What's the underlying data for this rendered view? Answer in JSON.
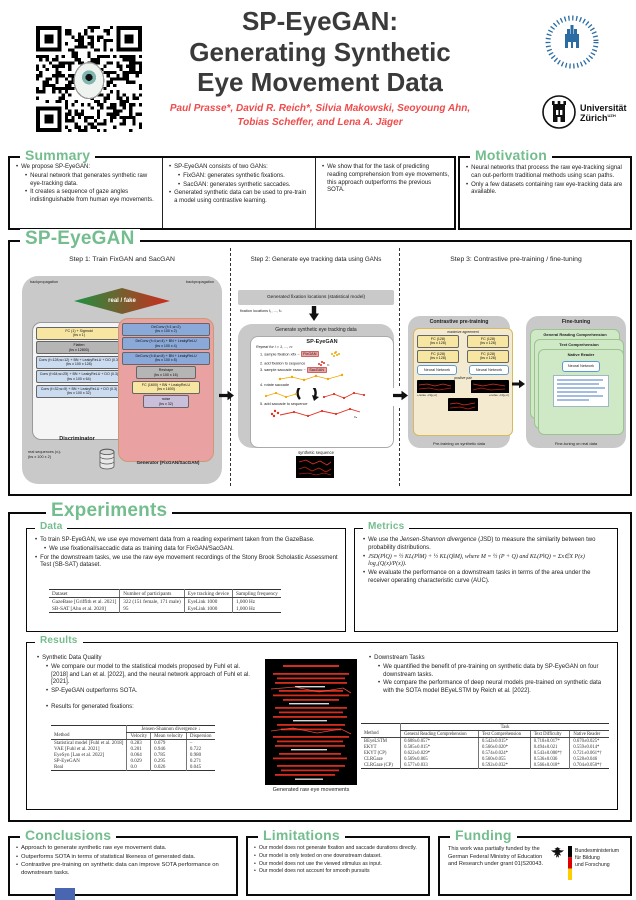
{
  "header": {
    "title1": "SP-EyeGAN:",
    "title2": "Generating Synthetic",
    "title3": "Eye Movement Data",
    "authors1": "Paul Prasse*, David R. Reich*, Silvia Makowski, Seoyoung Ahn,",
    "authors2": "Tobias Scheffer, and Lena A. Jäger",
    "uzh1": "Universität",
    "uzh2": "Zürich",
    "uzh_sup": "UZH"
  },
  "summary": {
    "title": "Summary",
    "c1b1": "We propose SP-EyeGAN:",
    "c1s1": "Neural network that generates synthetic raw eye-tracking data.",
    "c1s2": "It creates a sequence of gaze angles indistinguishable from human eye movements.",
    "c2b1": "SP-EyeGAN consists of two GANs:",
    "c2s1": "FixGAN: generates synthetic fixations.",
    "c2s2": "SacGAN: generates synthetic saccades.",
    "c2b2": "Generated synthetic data can be used to pre-train a model using contrastive learning.",
    "c3b1": "We show that for the task of predicting reading comprehension from eye movements, this approach outperforms the previous SOTA."
  },
  "motivation": {
    "title": "Motivation",
    "b1": "Neural networks that process the raw eye-tracking signal can out-perform traditional methods using scan paths.",
    "b2": "Only a few datasets containing raw eye-tracking data are available."
  },
  "sp": {
    "title": "SP-EyeGAN",
    "s1": {
      "header": "Step 1: Train FixGAN and SacGAN",
      "bp": "backpropagation",
      "realfake": "real / fake",
      "d1t": "FC (1) + Sigmoid",
      "d1d": "(bs x 1)",
      "d2t": "Flatten",
      "d2d": "(bs x 12800)",
      "d3t": "Conv (f=128,w=12) + BN + LeakyReLU + DO (0.3)",
      "d3d": "(bs x 100 x 128)",
      "d4t": "Conv (f=64,w=25) + BN + LeakyReLU + DO (0.3)",
      "d4d": "(bs x 100 x 64)",
      "d5t": "Conv (f=32,w=5) + BN + LeakyReLU + DO (0.3)",
      "d5d": "(bs x 100 x 32)",
      "dlabel": "Discriminator",
      "rseq1": "real sequences (xᵢ)ᵢ",
      "rseq2": "(bs x 100 x 2)",
      "g1t": "DeConv (f=1,w=2)",
      "g1d": "(bs x 100 x 2)",
      "g2t": "DeConv (f=4,w=4) + BN + LeakyReLU",
      "g2d": "(bs x 100 x 4)",
      "g3t": "DeConv (f=8,w=8) + BN + LeakyReLU",
      "g3d": "(bs x 100 x 8)",
      "g4t": "Reshape",
      "g4d": "(bs x 100 x 16)",
      "g5t": "FC (1600) + BN + LeakyReLU",
      "g5d": "(bs x 1600)",
      "g6t": "noise",
      "g6d": "(bs x 32)",
      "glabel": "Generator (FixGAN/SacGAN)"
    },
    "s2": {
      "header": "Step 2: Generate eye tracking data using GANs",
      "statbox": "Generated fixation locations (statistical model)",
      "fixlabel": "fixation locations f₁, ..., fₙ",
      "ctitle": "Generate synthetic eye tracking data",
      "ititle": "SP-EyeGAN",
      "repeat": "Repeat for i = 1, ..., n:",
      "i1": "1.  sample fixation xfix ~",
      "i1tag": "FixGAN",
      "i2": "2.  add fixation to sequence",
      "i3": "3.  sample saccade xsacc ~",
      "i3tag": "SacGAN",
      "i4": "4.  rotate saccade",
      "i5": "5.  add saccade to sequence",
      "outcap": "synthetic sequence"
    },
    "s3": {
      "header": "Step 3: Contrastive pre-training / fine-tuning",
      "ltitle": "Contrastive pre-training",
      "maximize": "maximize agreement",
      "fc": "FC (128)",
      "fcd": "(bs x 128)",
      "nn": "Neural Network",
      "pospair": "positive pair",
      "noisel": "+noise ~N(μ,σ)",
      "noiser": "+noise ~N(μ,σ)",
      "lbottom": "Pre-training on synthetic data",
      "rtitle": "Fine-tuning",
      "card1": "General Reading Comprehension",
      "card2": "Text Comprehension",
      "card3": "Native Reader",
      "nn2": "Neural Network",
      "rbottom": "Fine-tuning on real data"
    }
  },
  "exp": {
    "title": "Experiments",
    "data": {
      "title": "Data",
      "b1": "To train SP-EyeGAN, we use eye movement data from a reading experiment taken from the GazeBase.",
      "b1s": "We use fixational/saccadic data as training data for FixGAN/SacGAN.",
      "b2": "For the downstream tasks, we use the raw eye movement recordings of the Stony Brook Scholastic Assessment Test (SB-SAT) dataset.",
      "table": {
        "h": [
          "Dataset",
          "Number of participants",
          "Eye tracking device",
          "Sampling frequency"
        ],
        "r": [
          [
            "GazeBase [Griffith et al. 2021]",
            "322 (151 female, 171 male)",
            "EyeLink 1000",
            "1,000 Hz"
          ],
          [
            "SB-SAT [Ahn et al. 2020]",
            "95",
            "EyeLink 1000",
            "1,000 Hz"
          ]
        ]
      }
    },
    "metrics": {
      "title": "Metrics",
      "b1a": "We use the ",
      "b1i": "Jensen-Shannon divergence",
      "b1b": " (JSD) to measure the similarity between two probability distributions.",
      "b2": "JSD(P‖Q) = ½ KL(P‖M) + ½ KL(Q‖M), where M = ½ (P + Q) and KL(P‖Q) = Σx∈X P(x) log₂(Q(x)/P(x)).",
      "b3": "We evaluate the performance on a downstream tasks in terms of the area under the receiver operating characteristic curve (AUC)."
    },
    "results": {
      "title": "Results",
      "sdq": "Synthetic Data Quality",
      "sdq1": "We compare our model to the statistical models proposed by Fuhl et al. [2018] and Lan et al. [2022], and the neural network approach of Fuhl et al. [2021].",
      "sdq2": "SP-EyeGAN outperforms SOTA.",
      "fixcap": "Results for generated fixations:",
      "ft": {
        "group": "Jensen-Shannon divergence ↓",
        "h": [
          "Method",
          "Velocity",
          "Mean velocity",
          "Dispersion"
        ],
        "r": [
          [
            "Statistical model [Fuhl et al. 2018]",
            "0.283",
            "0.679",
            "–"
          ],
          [
            "VAE [Fuhl et al. 2021]",
            "0.201",
            "0.946",
            "0.722"
          ],
          [
            "EyeSyn [Lan et al. 2022]",
            "0.064",
            "0.785",
            "0.980"
          ],
          [
            "SP-EyeGAN",
            "0.029",
            "0.295",
            "0.271"
          ],
          [
            "Real",
            "0.0",
            "0.026",
            "0.045"
          ]
        ]
      },
      "imgcap": "Generated raw eye movements",
      "dt": "Downstream Tasks",
      "dt1": "We quantified the benefit of pre-training on synthetic data by SP-EyeGAN on four downstream tasks.",
      "dt2": "We compare the performance of deep neural models pre-trained on synthetic data with the SOTA model BEyeLSTM by Reich et al. [2022].",
      "ds": {
        "group": "Task",
        "h": [
          "Method",
          "General Reading Comprehension",
          "Text Comprehension",
          "Text Difficulty",
          "Native Reader"
        ],
        "r": [
          [
            "BEyeLSTM",
            "0.608±0.057*",
            "0.542±0.015*",
            "0.710±0.017*",
            "0.670±0.025*"
          ],
          [
            "EKYT",
            "0.585±0.015*",
            "0.566±0.020*",
            "0.494±0.021",
            "0.559±0.014*"
          ],
          [
            "EKYT (CP)",
            "0.622±0.029*",
            "0.574±0.024*",
            "0.543±0.006*†",
            "0.721±0.061*†"
          ],
          [
            "CLRGaze",
            "0.569±0.065",
            "0.560±0.055",
            "0.536±0.036",
            "0.528±0.046"
          ],
          [
            "CLRGaze (CP)",
            "0.577±0.033",
            "0.592±0.032*",
            "0.566±0.018*",
            "0.704±0.050*†"
          ]
        ]
      }
    }
  },
  "conclusions": {
    "title": "Conclusions",
    "b1": "Approach to generate synthetic raw eye movement data.",
    "b2": "Outperforms SOTA in terms of statistical likeness of generated data.",
    "b3": "Contrastive pre-training on synthetic data can improve SOTA performance on downstream tasks."
  },
  "limitations": {
    "title": "Limitations",
    "b1": "Our model does not generate fixation and saccade durations directly.",
    "b2": "Our model is only tested on one downstream dataset.",
    "b3": "Our model does not use the viewed stimulus as input.",
    "b4": "Our model does not account for smooth pursuits"
  },
  "funding": {
    "title": "Funding",
    "text": "This work was partially funded by the German Federal Ministry of Education and Research under grant 01|S20043.",
    "l1": "Bundesministerium",
    "l2": "für Bildung",
    "l3": "und Forschung"
  },
  "colors": {
    "accent_green": "#74bd8e",
    "author_red": "#ef4b4b",
    "generator_pink": "#e9a1a1",
    "layer_blue": "#8aa8d8",
    "fc_yellow": "#f7e6a2"
  }
}
